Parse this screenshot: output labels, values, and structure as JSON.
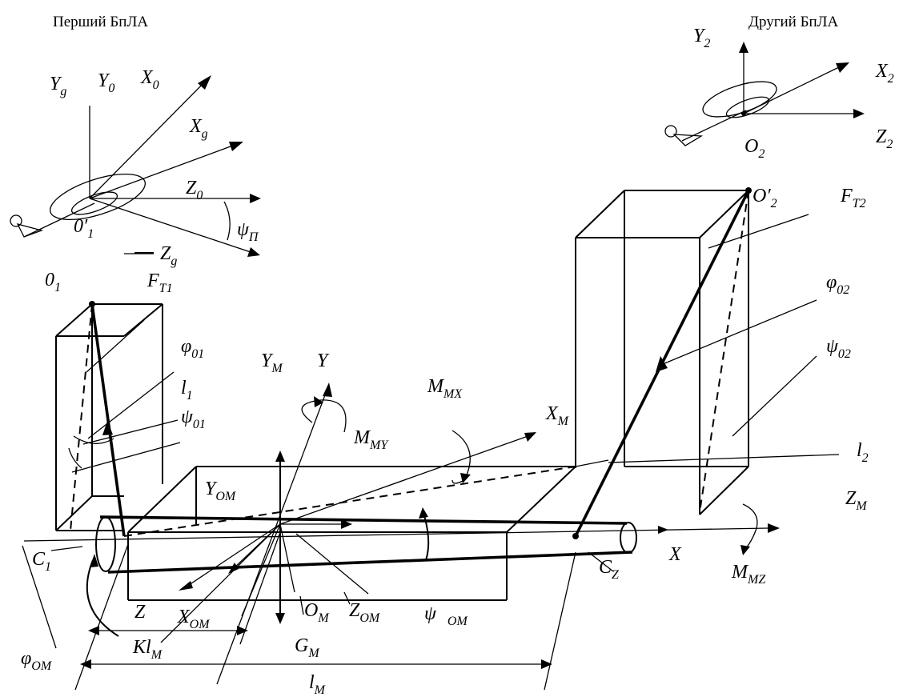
{
  "captions": {
    "first_uav": "Перший БпЛА",
    "second_uav": "Другий БпЛА"
  },
  "labels": {
    "Yg": {
      "base": "Y",
      "sub": "g"
    },
    "Y0": {
      "base": "Y",
      "sub": "0"
    },
    "X0": {
      "base": "X",
      "sub": "0"
    },
    "Xg": {
      "base": "X",
      "sub": "g"
    },
    "Z0": {
      "base": "Z",
      "sub": "0"
    },
    "O1p": {
      "base": "0′",
      "sub": "1"
    },
    "psiP": {
      "base": "ψ",
      "sub": "П"
    },
    "Zg": {
      "base": "Z",
      "sub": "g"
    },
    "Y2": {
      "base": "Y",
      "sub": "2"
    },
    "X2": {
      "base": "X",
      "sub": "2"
    },
    "Z2": {
      "base": "Z",
      "sub": "2"
    },
    "O2": {
      "base": "O",
      "sub": "2"
    },
    "O2p": {
      "base": "O′",
      "sub": "2"
    },
    "FT2": {
      "base": "F",
      "sub": "T2"
    },
    "phi02": {
      "base": "φ",
      "sub": "02"
    },
    "psi02": {
      "base": "ψ",
      "sub": "02"
    },
    "l2": {
      "base": "l",
      "sub": "2"
    },
    "ZM": {
      "base": "Z",
      "sub": "M"
    },
    "X": {
      "base": "X",
      "sub": ""
    },
    "MMZ": {
      "base": "M",
      "sub": "MZ"
    },
    "CZ": {
      "base": "C",
      "sub": "Z"
    },
    "O1": {
      "base": "0",
      "sub": "1"
    },
    "FT1": {
      "base": "F",
      "sub": "T1"
    },
    "phi01": {
      "base": "φ",
      "sub": "01"
    },
    "l1": {
      "base": "l",
      "sub": "1"
    },
    "psi01": {
      "base": "ψ",
      "sub": "01"
    },
    "YM": {
      "base": "Y",
      "sub": "M"
    },
    "Y": {
      "base": "Y",
      "sub": ""
    },
    "MMX": {
      "base": "M",
      "sub": "MX"
    },
    "XM": {
      "base": "X",
      "sub": "M"
    },
    "MMY": {
      "base": "M",
      "sub": "MY"
    },
    "YOM": {
      "base": "Y",
      "sub": "OM"
    },
    "C1": {
      "base": "C",
      "sub": "1"
    },
    "phiOM": {
      "base": "φ",
      "sub": "OM"
    },
    "Z": {
      "base": "Z",
      "sub": ""
    },
    "XOM": {
      "base": "X",
      "sub": "OM"
    },
    "OM": {
      "base": "O",
      "sub": "M"
    },
    "ZOM": {
      "base": "Z",
      "sub": "OM"
    },
    "psiOM": {
      "base": "ψ",
      "sub": "OM"
    },
    "GM": {
      "base": "G",
      "sub": "M"
    },
    "KlM": {
      "base": "Kl",
      "sub": "M"
    },
    "lM": {
      "base": "l",
      "sub": "M"
    }
  }
}
